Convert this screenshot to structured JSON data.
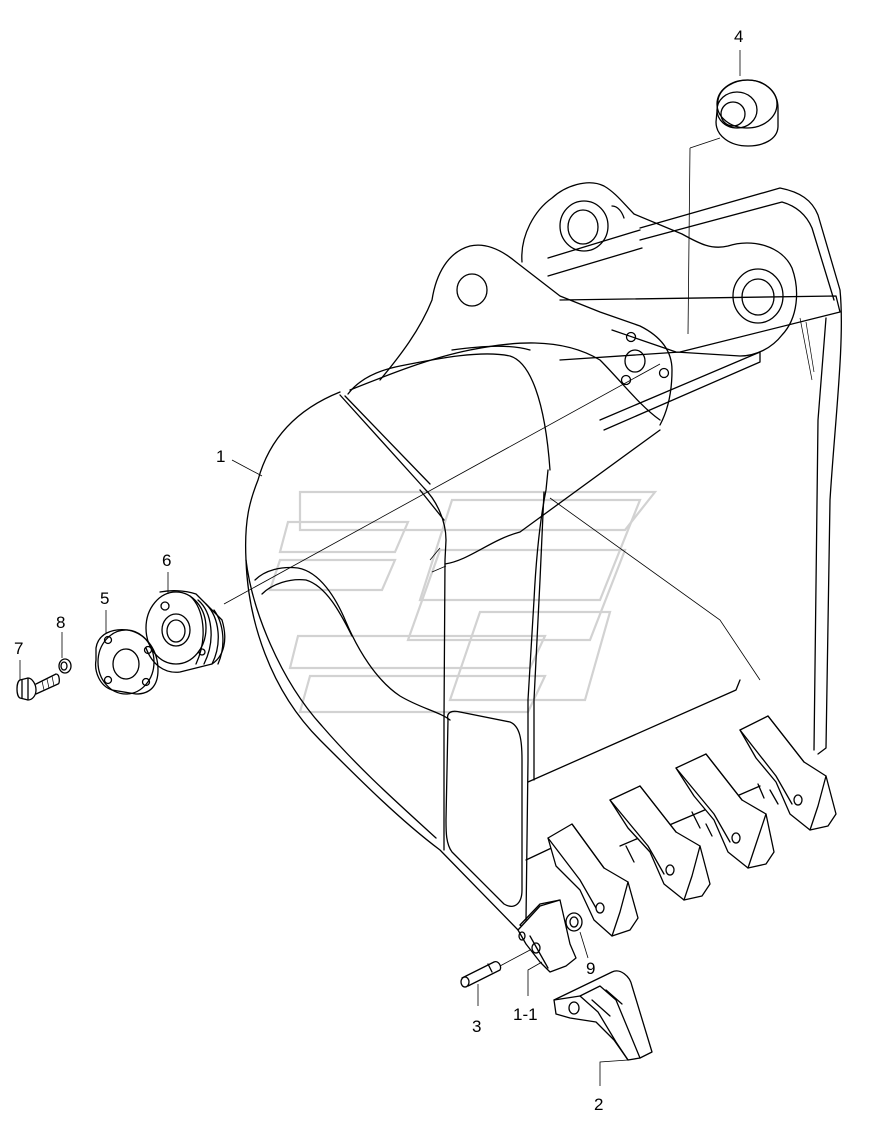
{
  "labels": {
    "p1": "1",
    "p1_1": "1-1",
    "p2": "2",
    "p3": "3",
    "p4": "4",
    "p5": "5",
    "p6": "6",
    "p7": "7",
    "p8": "8",
    "p9": "9"
  }
}
